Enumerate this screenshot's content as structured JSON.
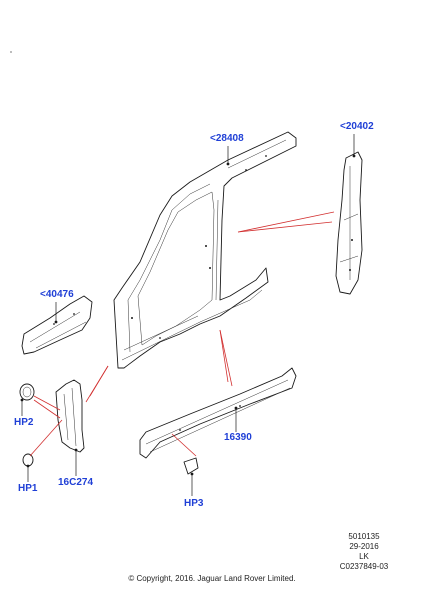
{
  "callouts": {
    "c28408": "<28408",
    "c20402": "<20402",
    "c40476": "<40476",
    "c16390": "16390",
    "c16c274": "16C274",
    "hp1": "HP1",
    "hp2": "HP2",
    "hp3": "HP3"
  },
  "meta": {
    "ref1": "5010135",
    "ref2": "29-2016",
    "ref3": "LK",
    "ref4": "C0237849-03"
  },
  "footer": {
    "copyright": "© Copyright, 2016. Jaguar Land Rover Limited."
  },
  "colors": {
    "callout": "#1f3fd6",
    "leader": "#d23030",
    "line": "#1a1a1a"
  }
}
